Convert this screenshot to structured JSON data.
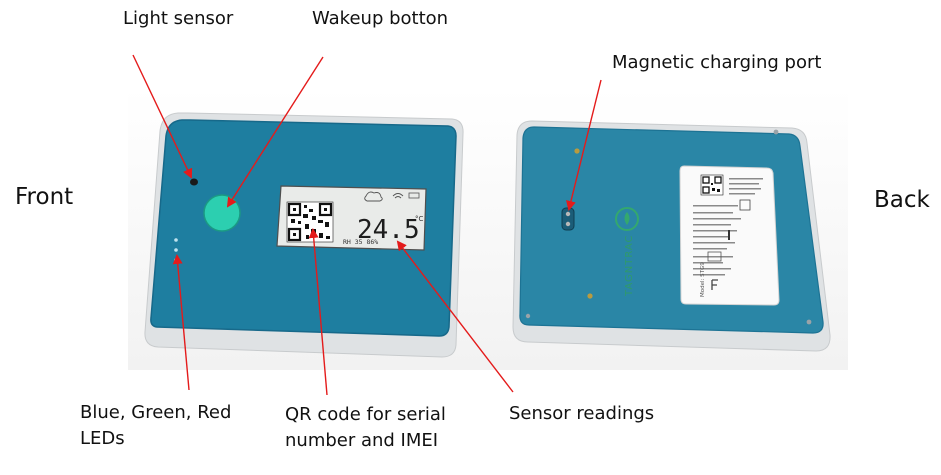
{
  "side_labels": {
    "front": "Front",
    "back": "Back"
  },
  "callouts": {
    "light_sensor": "Light sensor",
    "wakeup_button": "Wakeup botton",
    "magnetic_port": "Magnetic charging port",
    "leds_line1": "Blue, Green, Red",
    "leds_line2": "LEDs",
    "qr_line1": "QR code for serial",
    "qr_line2": "number and IMEI",
    "sensor_readings": "Sensor readings"
  },
  "display": {
    "reading": "24.5",
    "unit": "°C",
    "bottom_text": "RH 35 86%"
  },
  "back_brand": "TAGNTRAC",
  "label_model": "Model: STG9",
  "colors": {
    "device_blue": "#1e7ea0",
    "device_frame": "#dfe2e4",
    "arrow_red": "#e41b1b"
  }
}
